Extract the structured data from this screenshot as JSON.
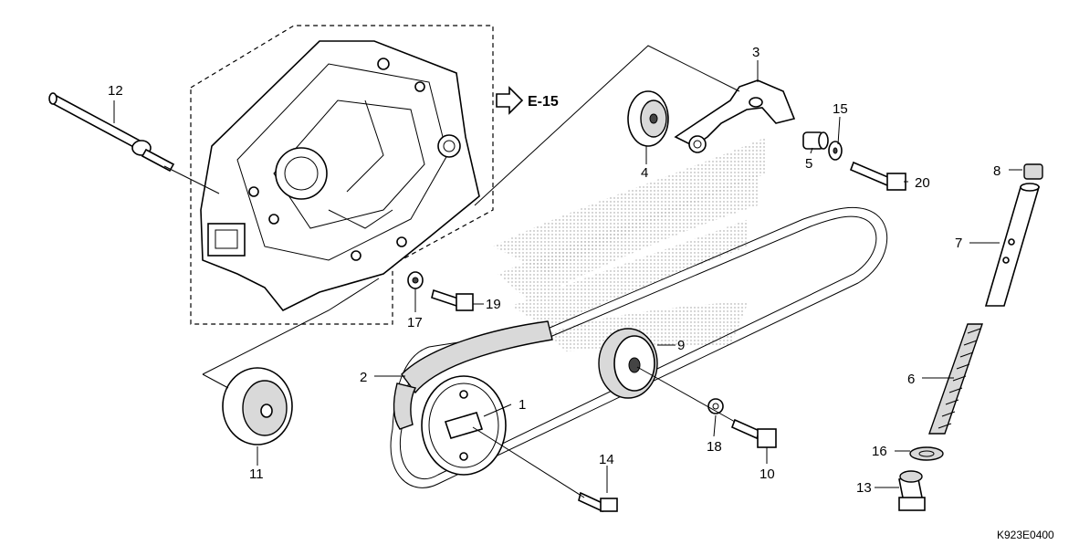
{
  "reference": {
    "label": "E-15"
  },
  "diagram_code": "K923E0400",
  "callouts": [
    {
      "id": "1",
      "text": "1"
    },
    {
      "id": "2",
      "text": "2"
    },
    {
      "id": "3",
      "text": "3"
    },
    {
      "id": "4",
      "text": "4"
    },
    {
      "id": "5",
      "text": "5"
    },
    {
      "id": "6",
      "text": "6"
    },
    {
      "id": "7",
      "text": "7"
    },
    {
      "id": "8",
      "text": "8"
    },
    {
      "id": "9",
      "text": "9"
    },
    {
      "id": "10",
      "text": "10"
    },
    {
      "id": "11",
      "text": "11"
    },
    {
      "id": "12",
      "text": "12"
    },
    {
      "id": "13",
      "text": "13"
    },
    {
      "id": "14",
      "text": "14"
    },
    {
      "id": "15",
      "text": "15"
    },
    {
      "id": "16",
      "text": "16"
    },
    {
      "id": "17",
      "text": "17"
    },
    {
      "id": "18",
      "text": "18"
    },
    {
      "id": "19",
      "text": "19"
    },
    {
      "id": "20",
      "text": "20"
    }
  ]
}
